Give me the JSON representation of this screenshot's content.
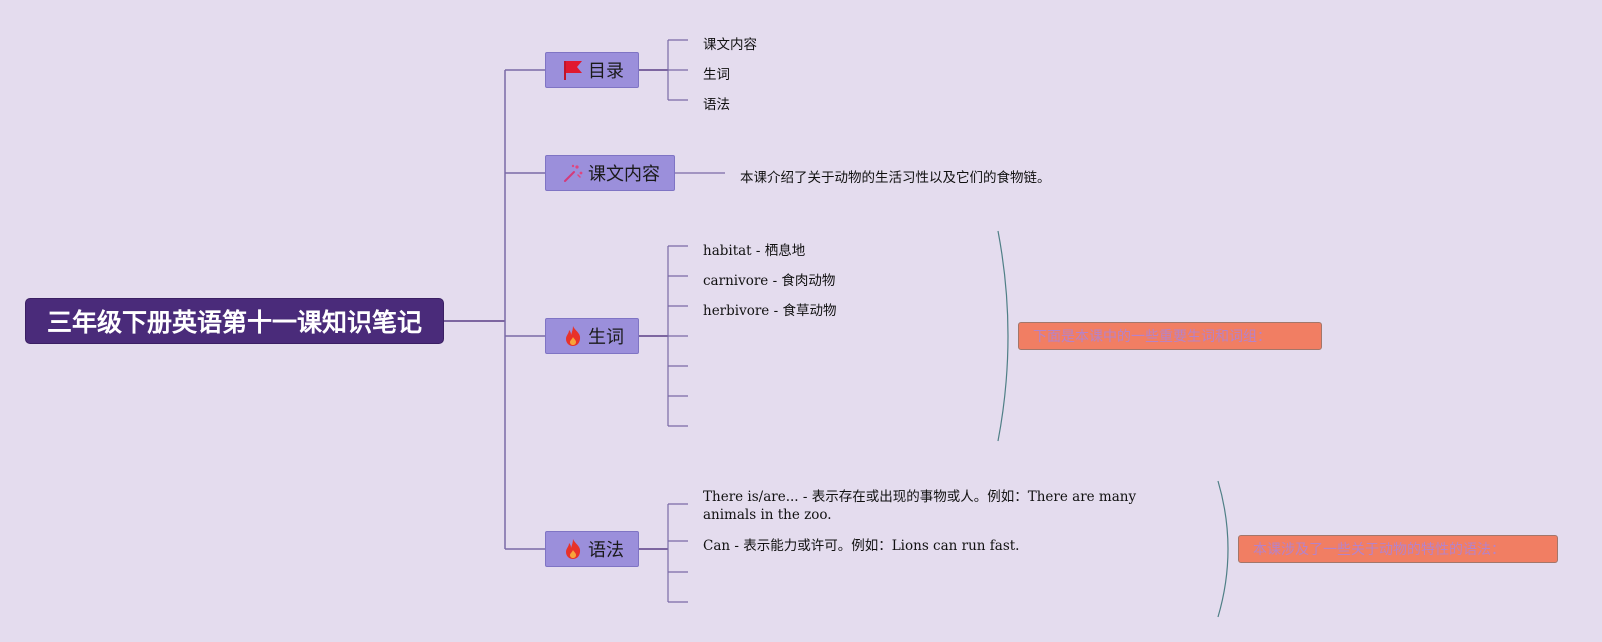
{
  "root": {
    "title": "三年级下册英语第十一课知识笔记"
  },
  "branches": [
    {
      "label": "目录",
      "icon": "flag-icon",
      "items": [
        "课文内容",
        "生词",
        "语法"
      ]
    },
    {
      "label": "课文内容",
      "icon": "sparkle-icon",
      "items": [
        "本课介绍了关于动物的生活习性以及它们的食物链。"
      ]
    },
    {
      "label": "生词",
      "icon": "fire-icon",
      "items": [
        "habitat - 栖息地",
        "carnivore - 食肉动物",
        "herbivore - 食草动物",
        "",
        "",
        "",
        ""
      ],
      "summary": "下面是本课中的一些重要生词和词组："
    },
    {
      "label": "语法",
      "icon": "fire-icon",
      "items": [
        "There is/are... - 表示存在或出现的事物或人。例如：There are many animals in the zoo.",
        "Can - 表示能力或许可。例如：Lions can run fast.",
        "",
        ""
      ],
      "summary": "本课涉及了一些关于动物的特性的语法："
    }
  ],
  "colors": {
    "background": "#e4dcee",
    "root": "#4a2b7a",
    "branch": "#9b8fdb",
    "summary": "#f17e63",
    "summary_text": "#b583c9",
    "connector": "#5b3f86",
    "brace": "#4f7f86"
  }
}
